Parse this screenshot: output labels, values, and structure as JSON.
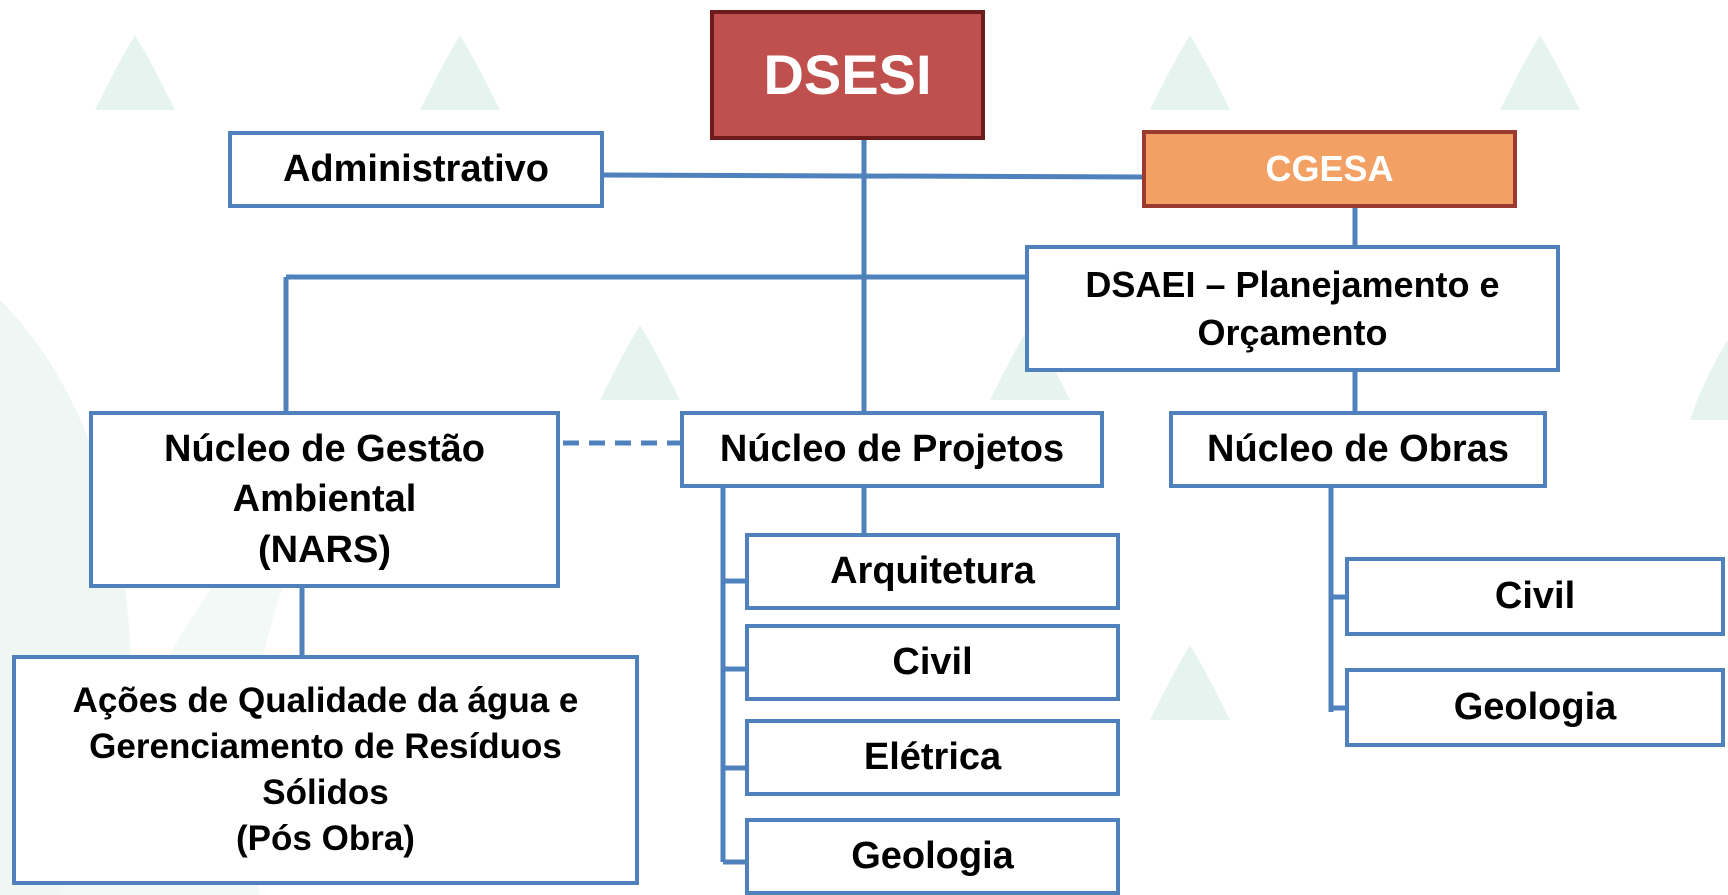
{
  "colors": {
    "line": "#4f81bd",
    "box_border": "#4f81bd",
    "dsesi_fill": "#c0504d",
    "dsesi_border": "#6e1b1b",
    "cgesa_fill": "#f2a064",
    "cgesa_border": "#9b3a2e",
    "watermark": "#e6f4f0"
  },
  "nodes": {
    "dsesi": "DSESI",
    "administrativo": "Administrativo",
    "cgesa": "CGESA",
    "dsaei": "DSAEI – Planejamento e\nOrçamento",
    "nucleo_gestao": "Núcleo de Gestão\nAmbiental\n(NARS)",
    "nucleo_projetos": "Núcleo de Projetos",
    "nucleo_obras": "Núcleo de Obras",
    "acoes": "Ações de Qualidade da água e\nGerenciamento de Resíduos\nSólidos\n(Pós Obra)",
    "proj_arquitetura": "Arquitetura",
    "proj_civil": "Civil",
    "proj_eletrica": "Elétrica",
    "proj_geologia": "Geologia",
    "obras_civil": "Civil",
    "obras_geologia": "Geologia"
  }
}
